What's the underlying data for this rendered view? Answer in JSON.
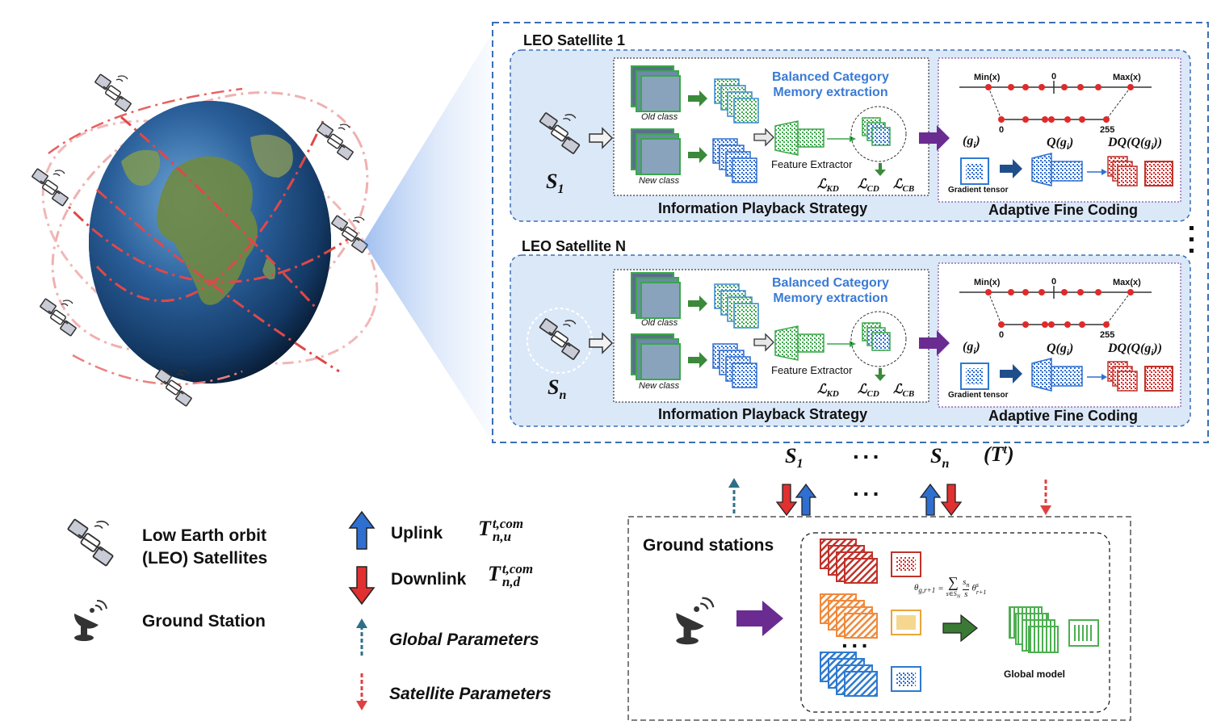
{
  "colors": {
    "panel_border": "#3a6fb5",
    "panel_fill": "#dbe8f8",
    "red_orbit": "#e04848",
    "uplink_blue": "#2f6fd0",
    "downlink_red": "#e03030",
    "global_param_teal": "#2e6f88",
    "purple_arrow": "#6a2c91",
    "green_arrow": "#3a8a3a"
  },
  "satellite_panels": [
    {
      "title": "LEO Satellite 1",
      "sat_symbol": "S",
      "sat_sub": "1",
      "old_class": "Old class",
      "new_class": "New class",
      "bce_line1": "Balanced Category",
      "bce_line2": "Memory extraction",
      "feature_extractor": "Feature Extractor",
      "loss_kd": "ℒ",
      "loss_kd_sub": "KD",
      "loss_cd": "ℒ",
      "loss_cd_sub": "CD",
      "loss_cb": "ℒ",
      "loss_cb_sub": "CB",
      "playback_title": "Information Playback Strategy",
      "min_label": "Min(x)",
      "zero_label": "0",
      "max_label": "Max(x)",
      "bottom_zero": "0",
      "bottom_255": "255",
      "g_label": "(g",
      "g_sub": "i",
      "g_close": ")",
      "q_label": "Q(g",
      "q_sub": "i",
      "q_close": ")",
      "dq_label": "DQ(Q(g",
      "dq_sub": "i",
      "dq_close": "))",
      "gradient_tensor": "Gradient tensor",
      "coding_title": "Adaptive Fine Coding"
    },
    {
      "title": "LEO Satellite N",
      "sat_symbol": "S",
      "sat_sub": "n",
      "old_class": "Old class",
      "new_class": "New class",
      "bce_line1": "Balanced Category",
      "bce_line2": "Memory extraction",
      "feature_extractor": "Feature Extractor",
      "loss_kd": "ℒ",
      "loss_kd_sub": "KD",
      "loss_cd": "ℒ",
      "loss_cd_sub": "CD",
      "loss_cb": "ℒ",
      "loss_cb_sub": "CB",
      "playback_title": "Information Playback Strategy",
      "min_label": "Min(x)",
      "zero_label": "0",
      "max_label": "Max(x)",
      "bottom_zero": "0",
      "bottom_255": "255",
      "g_label": "(g",
      "g_sub": "i",
      "g_close": ")",
      "q_label": "Q(g",
      "q_sub": "i",
      "q_close": ")",
      "dq_label": "DQ(Q(g",
      "dq_sub": "i",
      "dq_close": "))",
      "gradient_tensor": "Gradient tensor",
      "coding_title": "Adaptive Fine Coding"
    }
  ],
  "link_row": {
    "s1": "S",
    "s1_sub": "1",
    "sn": "S",
    "sn_sub": "n",
    "dots": "···",
    "tt": "(T",
    "tt_sup": "t",
    "tt_close": ")"
  },
  "legend": {
    "leo_line1": "Low Earth orbit",
    "leo_line2": "(LEO) Satellites",
    "ground": "Ground Station",
    "uplink": "Uplink",
    "uplink_sym": "T",
    "uplink_sup": "t,com",
    "uplink_sub": "n,u",
    "downlink": "Downlink",
    "downlink_sym": "T",
    "downlink_sup": "t,com",
    "downlink_sub": "n,d",
    "global_params": "Global Parameters",
    "sat_params": "Satellite Parameters"
  },
  "ground": {
    "title": "Ground stations",
    "formula_lhs": "θ",
    "formula_lhs_sub": "g,r+1",
    "formula_eq": "=",
    "formula_sum": "∑",
    "formula_sum_sub": "s∈S",
    "formula_sum_sub_n": "N",
    "formula_frac_num": "s",
    "formula_frac_num_sub": "n",
    "formula_frac_den": "s",
    "formula_rhs": "θ",
    "formula_rhs_sup": "s",
    "formula_rhs_sub": "r+1",
    "dots": "···",
    "global_model": "Global model"
  }
}
